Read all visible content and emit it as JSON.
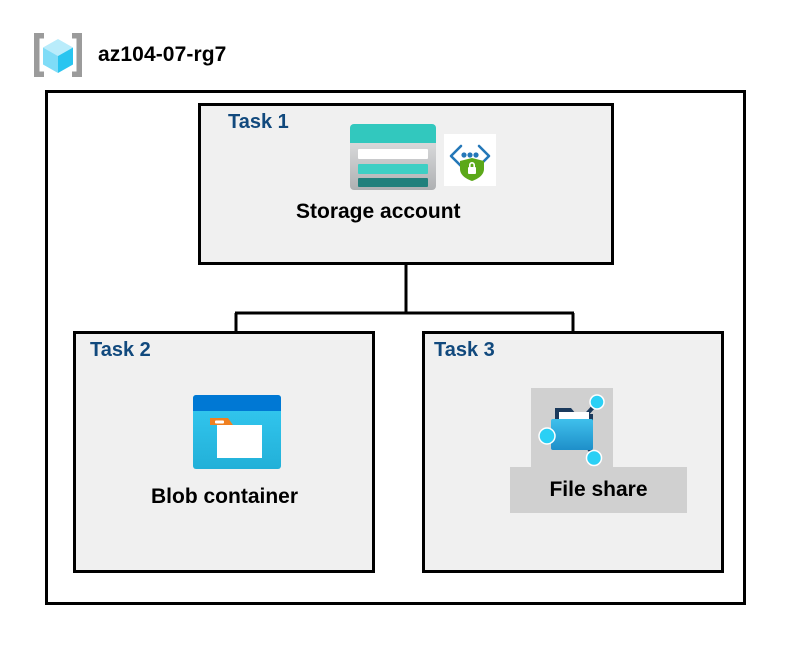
{
  "diagram": {
    "type": "azure-architecture",
    "resource_group": {
      "name": "az104-07-rg7",
      "icon": "resource-group-cube-icon"
    },
    "tasks": [
      {
        "id": "task1",
        "label": "Task 1",
        "node_caption": "Storage account",
        "icons": [
          "storage-account-icon",
          "storage-security-shield-icon"
        ],
        "highlighted": false
      },
      {
        "id": "task2",
        "label": "Task 2",
        "node_caption": "Blob container",
        "icons": [
          "blob-container-icon"
        ],
        "highlighted": false
      },
      {
        "id": "task3",
        "label": "Task 3",
        "node_caption": "File share",
        "icons": [
          "file-share-folder-icon"
        ],
        "highlighted": true
      }
    ],
    "connections": [
      {
        "from": "Storage account",
        "to": "Blob container"
      },
      {
        "from": "Storage account",
        "to": "File share"
      }
    ],
    "colors": {
      "task_label": "#11497d",
      "box_fill": "#f0f0f0",
      "box_border": "#000000",
      "highlight_fill": "#d0d0d0",
      "canvas": "#ffffff",
      "storage_teal": "#32c8be",
      "blob_blue": "#0078d4",
      "blob_cyan": "#32c8f0",
      "blob_orange": "#f08020",
      "fileshare_node_cyan": "#2bd0f5",
      "shield_green": "#5ba819",
      "cube_cyan": "#29c5f0"
    }
  }
}
